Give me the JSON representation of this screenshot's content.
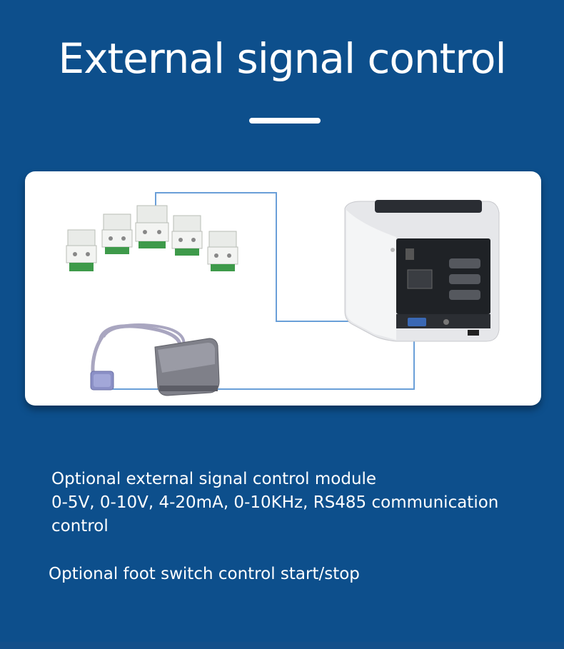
{
  "title": "External signal control",
  "features": {
    "module_line1": "Optional external signal control module",
    "module_line2": "0-5V, 0-10V, 4-20mA, 0-10KHz, RS485 communication control",
    "foot_switch": "Optional foot switch control start/stop"
  },
  "colors": {
    "background": "#0d4f8c",
    "panel": "#ffffff",
    "connector_line": "#6a9fd8"
  },
  "icons": [
    "control-module-icon",
    "pump-icon",
    "foot-switch-icon"
  ]
}
